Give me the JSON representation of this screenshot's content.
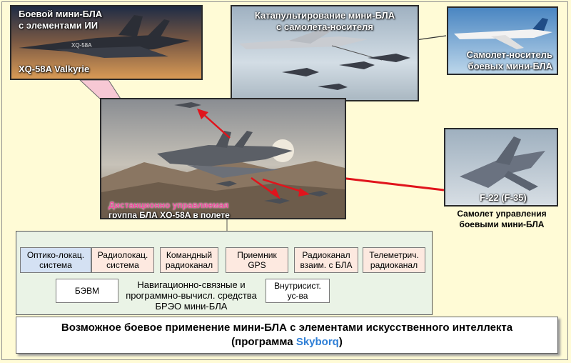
{
  "photos": {
    "xq58a": {
      "title": "Боевой мини-БЛА\nс элементами ИИ",
      "label": "XQ-58A Valkyrie",
      "tail_marking": "XQ-58A"
    },
    "catapult": {
      "title": "Катапультирование мини-БЛА\nс самолета-носителя"
    },
    "carrier": {
      "title": "Самолет-носитель\nбоевых мини-БЛА"
    },
    "group": {
      "title_pink": "Дистанционно управляемая",
      "title_white": "группа БЛА XQ-58A в полете"
    },
    "f22": {
      "title": "F-22 (F-35)"
    }
  },
  "control_plane_caption": "Самолет управления\nбоевыми мини-БЛА",
  "modules": {
    "optical": "Оптико-локац.\nсистема",
    "radar": "Радиолокац.\nсистема",
    "command": "Командный\nрадиоканал",
    "gps": "Приемник\nGPS",
    "interlink": "Радиоканал\nвзаим. с БЛА",
    "telemetry": "Телеметрич.\nрадиоканал",
    "bevm": "БЭВМ",
    "internal": "Внутрисист.\nус-ва",
    "nav_text": "Навигационно-связные и\nпрограммно-вычисл. средства\nБРЭО мини-БЛА"
  },
  "caption": {
    "line1": "Возможное боевое применение мини-БЛА с элементами искусственного интеллекта",
    "line2_prefix": "(программа ",
    "line2_highlight": "Skyborq",
    "line2_suffix": ")"
  },
  "colors": {
    "background": "#fffbd6",
    "pink_module": "#fde9e0",
    "blue_module": "#d4e1f3",
    "container": "#eaf3e6",
    "arrow_red": "#e0141c",
    "highlight": "#2f7fd6",
    "callout_pink": "#f7c8d4"
  }
}
